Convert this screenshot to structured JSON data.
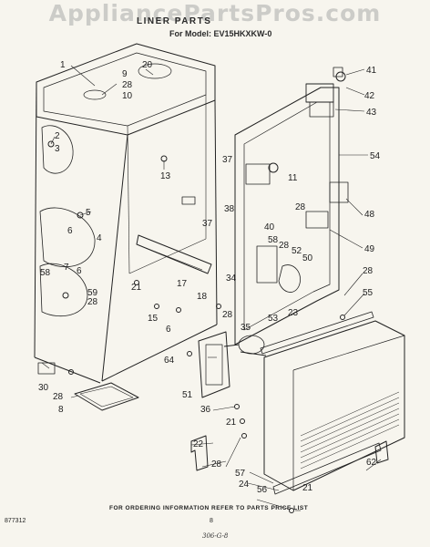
{
  "watermark": "AppliancePartsPros.com",
  "heading": "LINER PARTS",
  "model": "For Model: EV15HKXKW-0",
  "footer": {
    "note": "FOR ORDERING INFORMATION REFER TO PARTS PRICE LIST",
    "code": "877312",
    "page": "8",
    "handwritten": "306-G-8"
  },
  "callouts": [
    "1",
    "20",
    "9",
    "28",
    "10",
    "2",
    "3",
    "13",
    "41",
    "42",
    "43",
    "54",
    "37",
    "11",
    "38",
    "28",
    "48",
    "40",
    "52",
    "37",
    "58",
    "28",
    "49",
    "50",
    "5",
    "6",
    "4",
    "7",
    "6",
    "58",
    "59",
    "28",
    "17",
    "18",
    "21",
    "34",
    "28",
    "15",
    "6",
    "35",
    "53",
    "23",
    "28",
    "55",
    "30",
    "28",
    "8",
    "64",
    "51",
    "36",
    "22",
    "21",
    "28",
    "57",
    "24",
    "56",
    "21",
    "62"
  ],
  "colors": {
    "ink": "#222222",
    "paper": "#f7f5ee"
  }
}
